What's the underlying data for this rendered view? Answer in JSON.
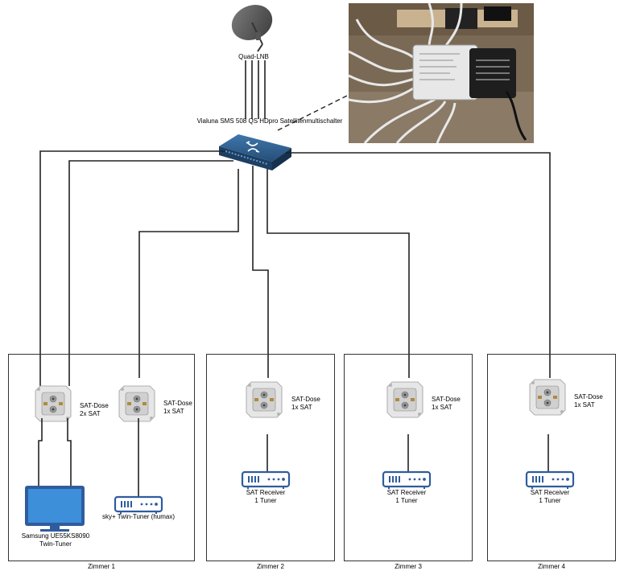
{
  "header": {
    "lnb_label": "Quad-LNB",
    "switch_label": "Vialuna SMS 508 QS HDpro Satellitenmultischalter"
  },
  "rooms": [
    {
      "name": "Zimmer 1",
      "outlets": [
        {
          "label": "SAT-Dose\n2x SAT"
        },
        {
          "label": "SAT-Dose\n1x SAT"
        }
      ],
      "devices": [
        {
          "label": "Samsung UE55KS8090\nTwin-Tuner",
          "icon": "tv-icon"
        },
        {
          "label": "sky+ Twin-Tuner (humax)",
          "icon": "receiver-icon"
        }
      ]
    },
    {
      "name": "Zimmer 2",
      "outlets": [
        {
          "label": "SAT-Dose\n1x SAT"
        }
      ],
      "devices": [
        {
          "label": "SAT Receiver\n1 Tuner",
          "icon": "receiver-icon"
        }
      ]
    },
    {
      "name": "Zimmer 3",
      "outlets": [
        {
          "label": "SAT-Dose\n1x SAT"
        }
      ],
      "devices": [
        {
          "label": "SAT Receiver\n1 Tuner",
          "icon": "receiver-icon"
        }
      ]
    },
    {
      "name": "Zimmer 4",
      "outlets": [
        {
          "label": "SAT-Dose\n1x SAT"
        }
      ],
      "devices": [
        {
          "label": "SAT Receiver\n1 Tuner",
          "icon": "receiver-icon"
        }
      ]
    }
  ],
  "colors": {
    "cable": "#222222",
    "device_blue": "#2f5c9e",
    "tv_screen": "#3c8fd8",
    "switch_blue": "#2e5f8f"
  }
}
